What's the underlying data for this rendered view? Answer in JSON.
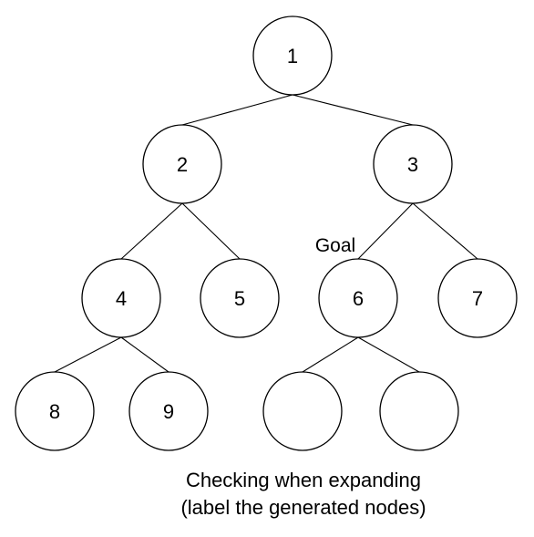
{
  "diagram": {
    "nodes": [
      {
        "id": "n1",
        "label": "1"
      },
      {
        "id": "n2",
        "label": "2"
      },
      {
        "id": "n3",
        "label": "3"
      },
      {
        "id": "n4",
        "label": "4"
      },
      {
        "id": "n5",
        "label": "5"
      },
      {
        "id": "n6",
        "label": "6"
      },
      {
        "id": "n7",
        "label": "7"
      },
      {
        "id": "n8",
        "label": "8"
      },
      {
        "id": "n9",
        "label": "9"
      },
      {
        "id": "n10",
        "label": ""
      },
      {
        "id": "n11",
        "label": ""
      }
    ],
    "edges": [
      {
        "from": "n1",
        "to": "n2"
      },
      {
        "from": "n1",
        "to": "n3"
      },
      {
        "from": "n2",
        "to": "n4"
      },
      {
        "from": "n2",
        "to": "n5"
      },
      {
        "from": "n3",
        "to": "n6"
      },
      {
        "from": "n3",
        "to": "n7"
      },
      {
        "from": "n4",
        "to": "n8"
      },
      {
        "from": "n4",
        "to": "n9"
      },
      {
        "from": "n6",
        "to": "n10"
      },
      {
        "from": "n6",
        "to": "n11"
      }
    ],
    "goal_label": "Goal",
    "caption": {
      "line1": "Checking when expanding",
      "line2": "(label the generated nodes)"
    }
  }
}
